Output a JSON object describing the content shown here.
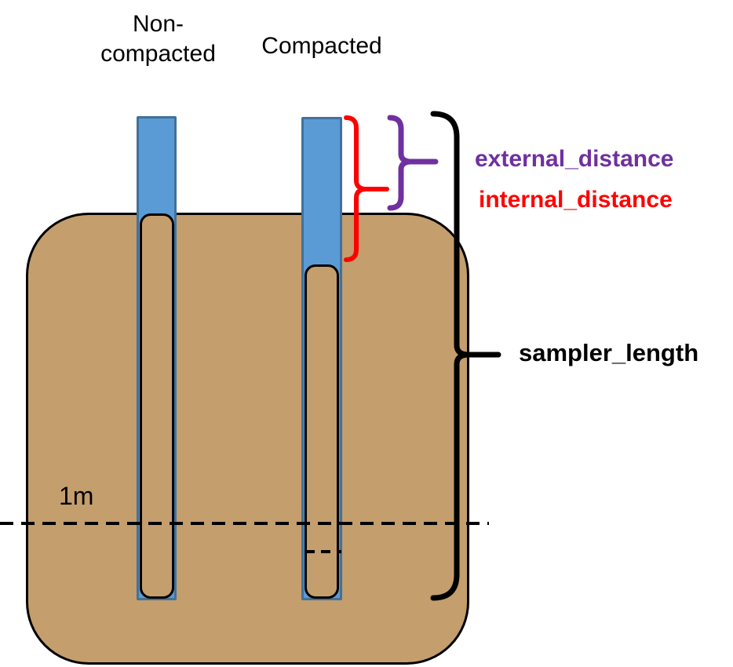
{
  "diagram": {
    "description": "Soil sampler compaction diagram",
    "columns": [
      {
        "name_line1": "Non-",
        "name_line2": "compacted"
      },
      {
        "name": "Compacted"
      }
    ],
    "annotations": {
      "external_distance": {
        "label": "external_distance",
        "color": "#7030A0"
      },
      "internal_distance": {
        "label": "internal_distance",
        "color": "#FF0000"
      },
      "sampler_length": {
        "label": "sampler_length",
        "color": "#000000"
      },
      "depth_mark": {
        "label": "1m"
      }
    }
  },
  "colors": {
    "tube_fill": "#5B9BD5",
    "tube_border": "#41719C",
    "soil_fill": "#C49E6C",
    "soil_border": "#000000",
    "internal_distance": "#FF0000",
    "external_distance": "#7030A0",
    "text": "#000000"
  }
}
